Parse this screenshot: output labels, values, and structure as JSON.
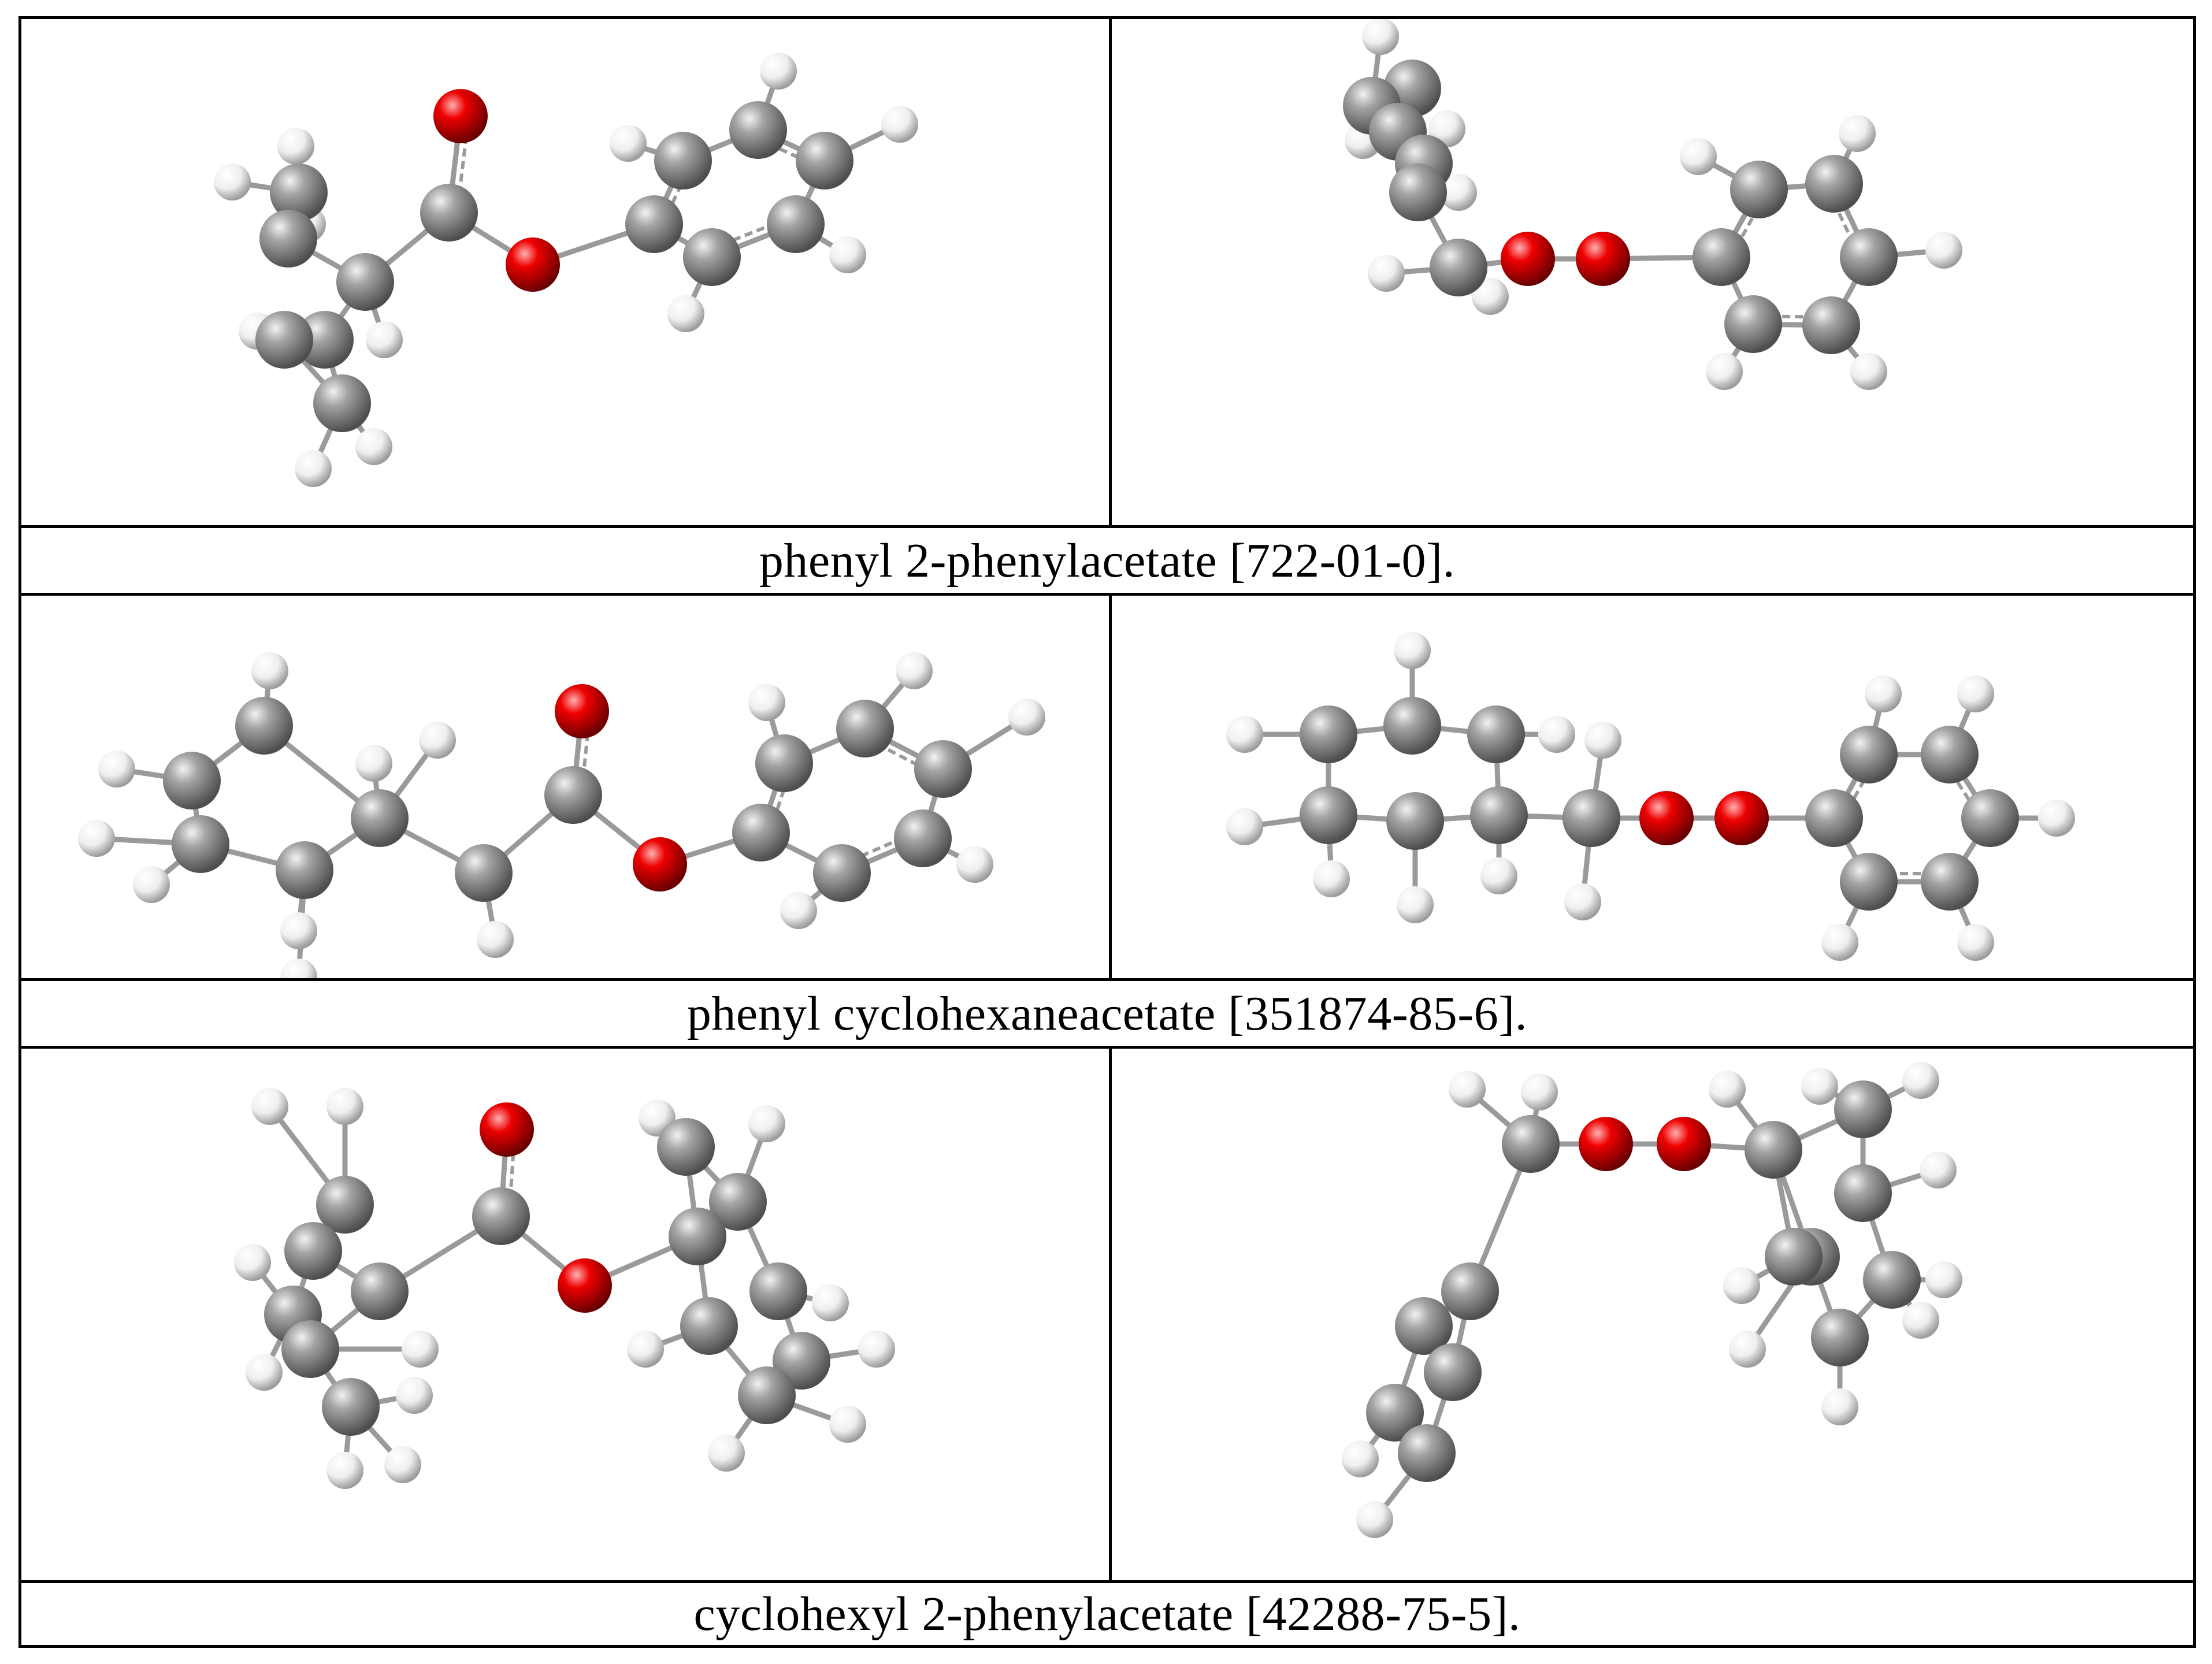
{
  "captions": {
    "row1": "phenyl 2-phenylacetate [722-01-0].",
    "row2": "phenyl cyclohexaneacetate [351874-85-6].",
    "row3": "cyclohexyl 2-phenylacetate [42288-75-5]."
  },
  "atom_colors": {
    "carbon": "#8a8a8a",
    "oxygen": "#e00000",
    "hydrogen": "#ffffff",
    "bond": "#9a9a9a"
  }
}
